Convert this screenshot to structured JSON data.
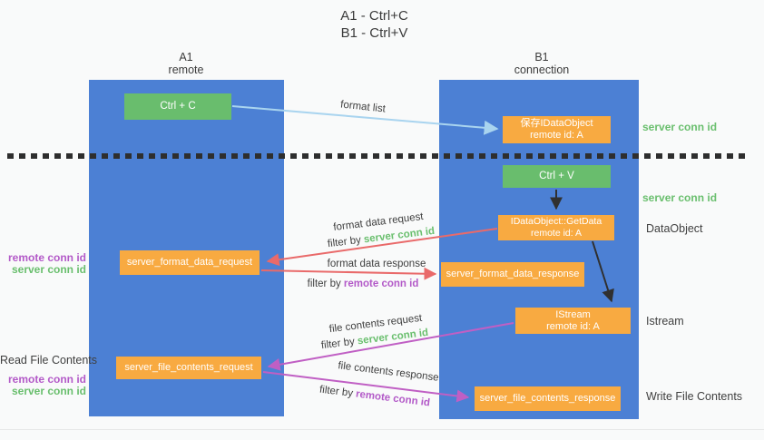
{
  "title": {
    "line1": "A1 - Ctrl+C",
    "line2": "B1 - Ctrl+V"
  },
  "lanes": {
    "left": {
      "header_line1": "A1",
      "header_line2": "remote"
    },
    "right": {
      "header_line1": "B1",
      "header_line2": "connection"
    }
  },
  "nodes": {
    "ctrl_c": "Ctrl + C",
    "save_idataobject": {
      "line1": "保存IDataObject",
      "line2": "remote id: A"
    },
    "ctrl_v": "Ctrl + V",
    "getdata": {
      "line1": "IDataObject::GetData",
      "line2": "remote id: A"
    },
    "format_request": "server_format_data_request",
    "format_response": "server_format_data_response",
    "istream": {
      "line1": "IStream",
      "line2": "remote id: A"
    },
    "file_request": "server_file_contents_request",
    "file_response": "server_file_contents_response"
  },
  "side_labels": {
    "server_conn_id_top": "server conn id",
    "server_conn_id_mid": "server conn id",
    "data_object": "DataObject",
    "istream": "Istream",
    "write_file_contents": "Write File Contents",
    "remote_conn_id_left_top": "remote conn id",
    "server_conn_id_left_top": "server conn id",
    "read_file_contents": "Read File Contents",
    "remote_conn_id_left_bottom": "remote conn id",
    "server_conn_id_left_bottom": "server conn id"
  },
  "edge_labels": {
    "format_list": "format list",
    "format_data_request": "format data request",
    "filter_by_request_prefix": "filter by ",
    "filter_by_request_key": "server conn id",
    "format_data_response": "format data response",
    "filter_by_response_prefix": "filter by ",
    "filter_by_response_key": "remote conn id",
    "file_contents_request": "file contents request",
    "filter_by_file_request_prefix": "filter by ",
    "filter_by_file_request_key": "server conn id",
    "file_contents_response": "file contents response",
    "filter_by_file_response_prefix": "filter by ",
    "filter_by_file_response_key": "remote conn id"
  },
  "colors": {
    "lane_blue": "#4c80d4",
    "node_green": "#69bd6d",
    "node_orange": "#f8aa41",
    "arrow_light_blue": "#a9d4ef",
    "arrow_red": "#e96a6a",
    "arrow_magenta": "#c05fc4",
    "arrow_black": "#303030",
    "label_green": "#6abf6e",
    "label_purple": "#b35ac8",
    "text_dark": "#3b3b3b"
  }
}
